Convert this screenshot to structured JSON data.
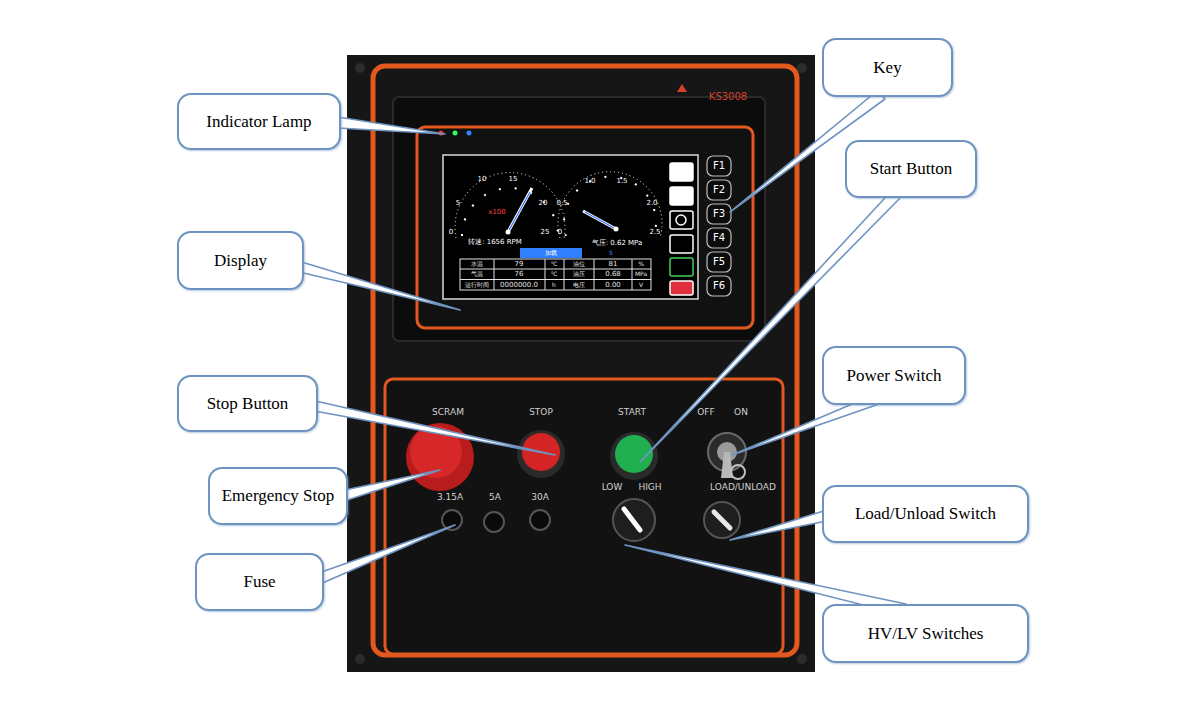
{
  "diagram": {
    "nodes": [
      {
        "text": [
          "Key"
        ]
      },
      {
        "text": [
          "Indicator Lamp"
        ]
      },
      {
        "text": [
          "Start Button"
        ]
      },
      {
        "text": [
          "Display"
        ]
      },
      {
        "text": [
          "Power Switch"
        ]
      },
      {
        "text": [
          "Stop Button"
        ]
      },
      {
        "text": [
          "Emergency Stop"
        ]
      },
      {
        "text": [
          "Load/Unload Switch"
        ]
      },
      {
        "text": [
          "Fuse"
        ]
      },
      {
        "text": [
          "HV/LV Switches"
        ]
      }
    ],
    "labels": [
      "KS3008",
      "10",
      "15",
      "5",
      "20",
      "0",
      "25",
      "x100",
      "1.0",
      "1.5",
      "0.5",
      "2.0",
      "0",
      "2.5",
      "转速: 1656 RPM",
      "气压: 0.62 MPa",
      "加载",
      "5",
      "水温",
      "79",
      "℃",
      "油位",
      "81",
      "%",
      "气温",
      "76",
      "℃",
      "油压",
      "0.68",
      "MPa",
      "运行时间",
      "0000000.0",
      "h",
      "电压",
      "0.00",
      "V",
      "F1",
      "F2",
      "F3",
      "F4",
      "F5",
      "F6",
      "SCRAM",
      "STOP",
      "START",
      "OFF",
      "ON",
      "3.15A",
      "5A",
      "30A",
      "LOW",
      "HIGH",
      "LOAD/UNLOAD"
    ]
  }
}
